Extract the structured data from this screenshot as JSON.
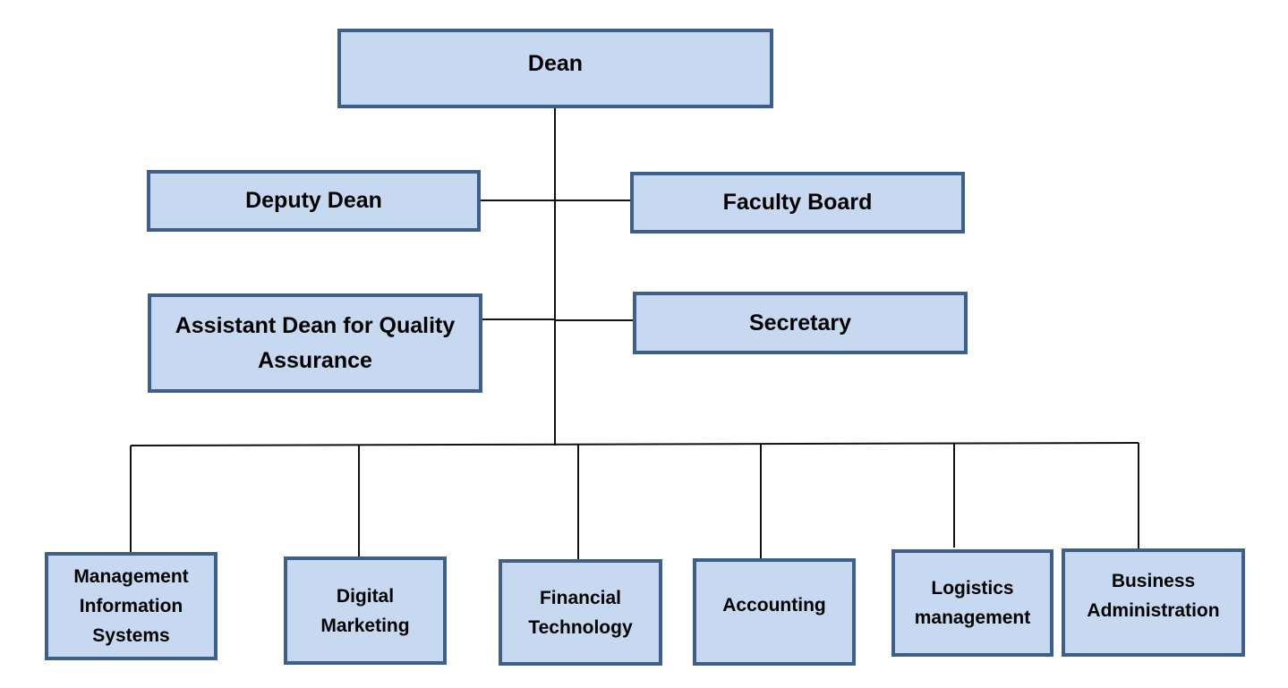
{
  "org_chart": {
    "top": {
      "dean": "Dean"
    },
    "staff": {
      "deputy_dean": "Deputy Dean",
      "faculty_board": "Faculty Board",
      "assistant_dean": "Assistant Dean for Quality Assurance",
      "secretary": "Secretary"
    },
    "departments": [
      "Management Information Systems",
      "Digital Marketing",
      "Financial Technology",
      "Accounting",
      "Logistics management",
      "Business Administration"
    ]
  },
  "colors": {
    "box_fill": "#c6d9f1",
    "box_border": "#3e5f8a",
    "connector": "#111111",
    "text": "#000000"
  }
}
